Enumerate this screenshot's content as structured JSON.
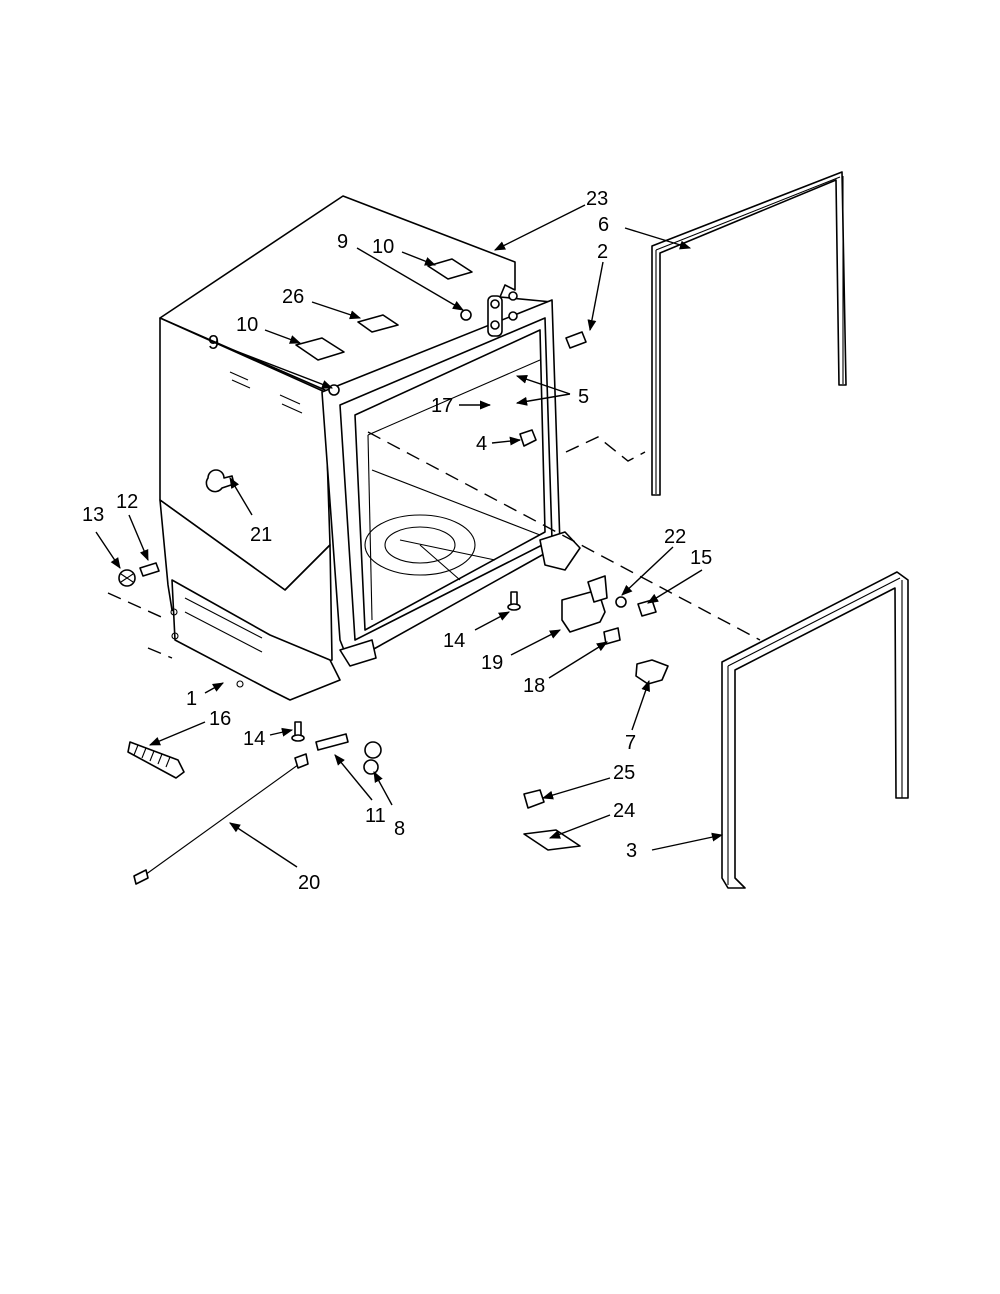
{
  "callouts": {
    "c23": "23",
    "c6": "6",
    "c2": "2",
    "c10a": "10",
    "c9a": "9",
    "c26": "26",
    "c10b": "10",
    "c9b": "9",
    "c5": "5",
    "c17": "17",
    "c4": "4",
    "c21": "21",
    "c13": "13",
    "c12": "12",
    "c22": "22",
    "c15": "15",
    "c14a": "14",
    "c19": "19",
    "c18": "18",
    "c1": "1",
    "c16": "16",
    "c14b": "14",
    "c7": "7",
    "c25": "25",
    "c24": "24",
    "c3": "3",
    "c11": "11",
    "c8": "8",
    "c20": "20"
  },
  "colors": {
    "line": "#000000",
    "background": "#ffffff"
  }
}
